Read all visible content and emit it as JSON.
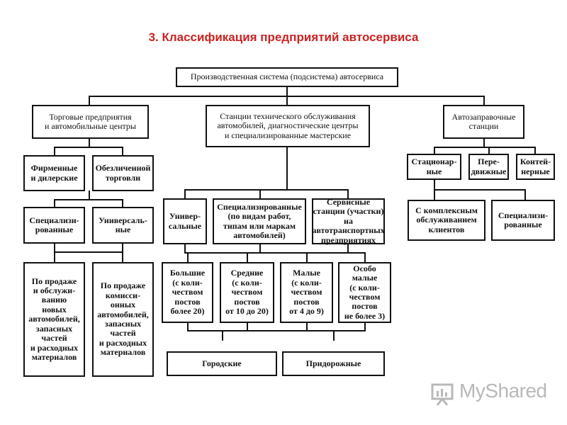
{
  "title": "3. Классификация предприятий автосервиса",
  "nodes": {
    "root": "Производственная система (подсистема)  автосервиса",
    "trade": "Торговые предприятия\nи автомобильные центры",
    "sto": "Станции технического обслуживания\nавтомобилей, диагностические центры\nи специализированные мастерские",
    "azs": "Автозаправочные\nстанции",
    "firm": "Фирменные\nи дилерские",
    "obez": "Обезличенной\nторговли",
    "spec_trade": "Специализи-\nрованные",
    "univ_trade": "Универсаль-\nные",
    "sale_new": "По продаже\nи обслужи-\nванию\nновых\nавтомобилей,\nзапасных\nчастей\nи расходных\nматериалов",
    "sale_comm": "По продаже\nкомисси-\nонных\nавтомобилей,\nзапасных\nчастей\nи расходных\nматериалов",
    "univ_sto": "Универ-\nсальные",
    "spec_sto": "Специализированные\n(по видам работ,\nтипам или маркам\nавтомобилей)",
    "service_st": "Сервисные\nстанции (участки)\nна автотранспортных\nпредприятиях",
    "big": "Большие\n(с коли-\nчеством\nпостов\nболее 20)",
    "mid": "Средние\n(с коли-\nчеством\nпостов\nот 10 до 20)",
    "small": "Малые\n(с коли-\nчеством\nпостов\nот 4 до 9)",
    "tiny": "Особо\nмалые\n(с коли-\nчеством\nпостов\nне более 3)",
    "city": "Городские",
    "road": "Придорожные",
    "stat": "Стационар-\nные",
    "mobile": "Пере-\nдвижные",
    "cont": "Контей-\nнерные",
    "complex": "С комплексным\nобслуживанием\nклиентов",
    "spec_azs": "Специализи-\nрованные"
  },
  "logo": {
    "text": "MyShared",
    "icon": "presentation-board-icon"
  }
}
